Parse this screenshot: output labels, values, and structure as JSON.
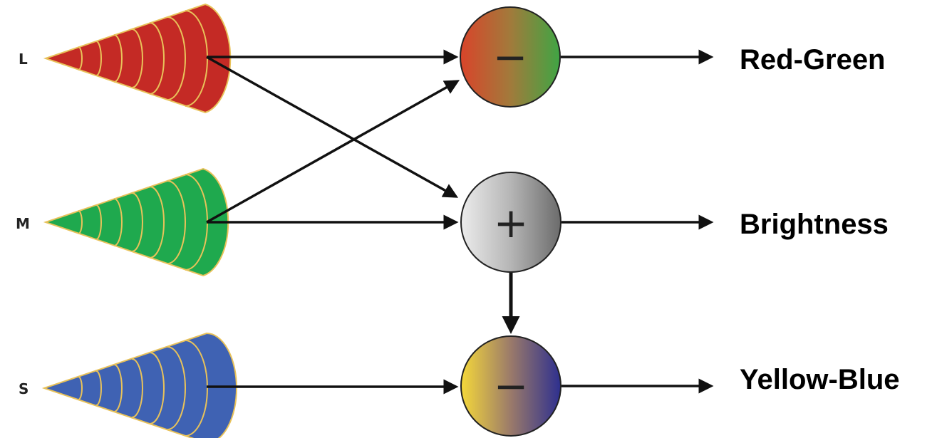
{
  "cones": [
    {
      "id": "L",
      "label": "L",
      "color": "#c42a25"
    },
    {
      "id": "M",
      "label": "M",
      "color": "#1fa94e"
    },
    {
      "id": "S",
      "label": "S",
      "color": "#3f62b3"
    }
  ],
  "nodes": [
    {
      "id": "red-green",
      "sign": "−",
      "gradient": [
        "#d9442a",
        "#a27a3b",
        "#3fa544"
      ]
    },
    {
      "id": "brightness",
      "sign": "+",
      "gradient": [
        "#ececec",
        "#b5b5b5",
        "#6b6b6b"
      ]
    },
    {
      "id": "yellow-blue",
      "sign": "−",
      "gradient": [
        "#f5d83a",
        "#9a7a6a",
        "#2d2f8f"
      ]
    }
  ],
  "outputs": {
    "red_green": "Red-Green",
    "brightness": "Brightness",
    "yellow_blue": "Yellow-Blue"
  },
  "cone_stroke_color": "#e8c25a"
}
